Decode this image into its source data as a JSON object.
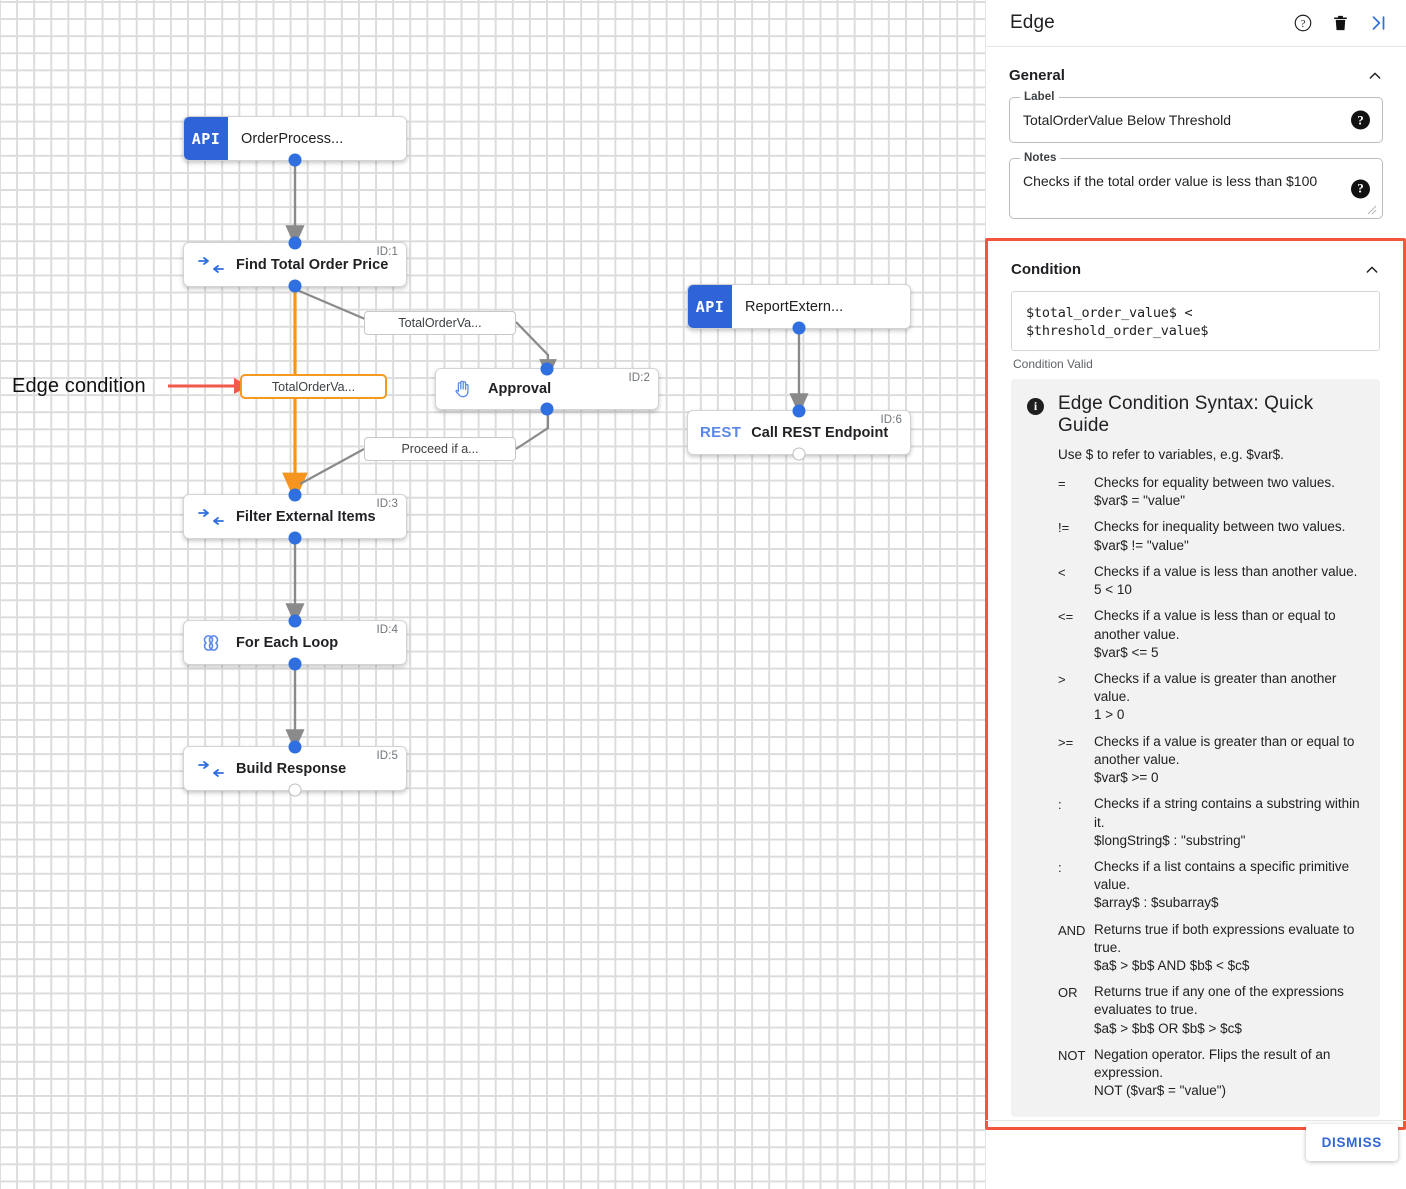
{
  "panel": {
    "title": "Edge",
    "header_icons": [
      {
        "name": "help-circle-icon",
        "glyph": "?"
      },
      {
        "name": "delete-icon",
        "glyph": "trash"
      },
      {
        "name": "collapse-panel-icon",
        "glyph": ">|"
      }
    ],
    "general": {
      "title": "General",
      "label_field": {
        "label": "Label",
        "value": "TotalOrderValue Below Threshold"
      },
      "notes_field": {
        "label": "Notes",
        "value": "Checks if the total order value is less than $100"
      }
    },
    "condition": {
      "title": "Condition",
      "expression": "$total_order_value$ < $threshold_order_value$",
      "status": "Condition Valid",
      "guide": {
        "title": "Edge Condition Syntax: Quick Guide",
        "intro": "Use $ to refer to variables, e.g. $var$.",
        "rows": [
          {
            "op": "=",
            "desc": "Checks for equality between two values.",
            "example": "$var$ = \"value\""
          },
          {
            "op": "!=",
            "desc": "Checks for inequality between two values.",
            "example": "$var$ != \"value\""
          },
          {
            "op": "<",
            "desc": "Checks if a value is less than another value.",
            "example": "5 < 10"
          },
          {
            "op": "<=",
            "desc": "Checks if a value is less than or equal to another value.",
            "example": "$var$ <= 5"
          },
          {
            "op": ">",
            "desc": "Checks if a value is greater than another value.",
            "example": "1 > 0"
          },
          {
            "op": ">=",
            "desc": "Checks if a value is greater than or equal to another value.",
            "example": "$var$ >= 0"
          },
          {
            "op": ":",
            "desc": "Checks if a string contains a substring within it.",
            "example": "$longString$ : \"substring\""
          },
          {
            "op": ":",
            "desc": "Checks if a list contains a specific primitive value.",
            "example": "$array$ : $subarray$"
          },
          {
            "op": "AND",
            "desc": "Returns true if both expressions evaluate to true.",
            "example": "$a$ > $b$ AND $b$ < $c$"
          },
          {
            "op": "OR",
            "desc": "Returns true if any one of the expressions evaluates to true.",
            "example": "$a$ > $b$ OR $b$ > $c$"
          },
          {
            "op": "NOT",
            "desc": "Negation operator. Flips the result of an expression.",
            "example": "NOT ($var$ = \"value\")"
          }
        ]
      }
    },
    "dismiss_label": "DISMISS"
  },
  "canvas": {
    "annotation": "Edge condition",
    "nodes": [
      {
        "name": "order-process-node",
        "label": "OrderProcess...",
        "kind": "api",
        "tag": "API",
        "id": ""
      },
      {
        "name": "find-total-order-price-node",
        "label": "Find Total Order Price",
        "kind": "transform",
        "id": "ID:1"
      },
      {
        "name": "approval-node",
        "label": "Approval",
        "kind": "approval",
        "id": "ID:2"
      },
      {
        "name": "filter-external-items-node",
        "label": "Filter External Items",
        "kind": "transform",
        "id": "ID:3"
      },
      {
        "name": "for-each-loop-node",
        "label": "For Each Loop",
        "kind": "loop",
        "id": "ID:4"
      },
      {
        "name": "build-response-node",
        "label": "Build Response",
        "kind": "transform",
        "id": "ID:5"
      },
      {
        "name": "report-extern-node",
        "label": "ReportExtern...",
        "kind": "api",
        "tag": "API",
        "id": ""
      },
      {
        "name": "call-rest-endpoint-node",
        "label": "Call REST Endpoint",
        "kind": "rest",
        "tag": "REST",
        "id": "ID:6"
      }
    ],
    "edge_labels": [
      {
        "name": "edge-label-total-order-va-top",
        "text": "TotalOrderVa...",
        "selected": false
      },
      {
        "name": "edge-label-total-order-va-selected",
        "text": "TotalOrderVa...",
        "selected": true
      },
      {
        "name": "edge-label-proceed-if-a",
        "text": "Proceed if a...",
        "selected": false
      }
    ]
  },
  "colors": {
    "accent_blue": "#2f6fe0",
    "api_badge": "#2f63d8",
    "selected_edge": "#f5941e",
    "highlight_border": "#f4553d",
    "annotation_arrow": "#f2594b"
  }
}
